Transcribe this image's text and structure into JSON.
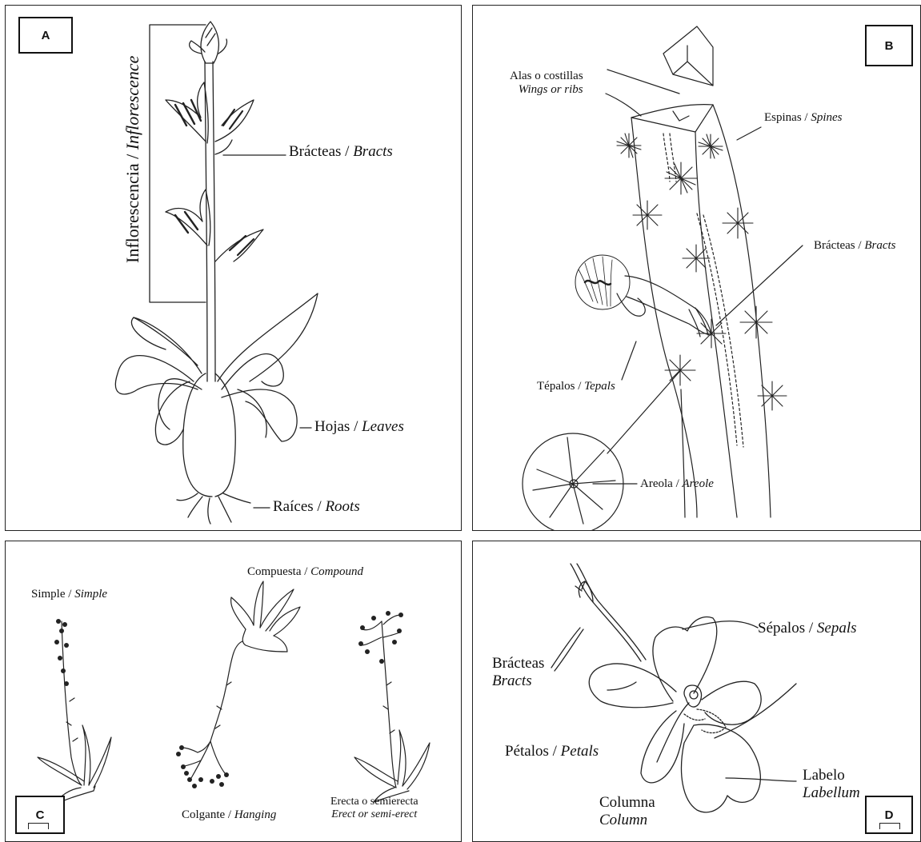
{
  "panels": {
    "a": {
      "letter": "A",
      "inflorescence": {
        "es": "Inflorescencia",
        "sep": " / ",
        "en": "Inflorescence"
      },
      "bracts": {
        "es": "Brácteas",
        "sep": " / ",
        "en": "Bracts"
      },
      "leaves": {
        "es": "Hojas",
        "sep": " / ",
        "en": "Leaves"
      },
      "roots": {
        "es": "Raíces",
        "sep": " / ",
        "en": "Roots"
      }
    },
    "b": {
      "letter": "B",
      "wings": {
        "es": "Alas o costillas",
        "en": "Wings or ribs"
      },
      "spines": {
        "es": "Espinas",
        "sep": " / ",
        "en": "Spines"
      },
      "bracts": {
        "es": "Brácteas",
        "sep": " / ",
        "en": "Bracts"
      },
      "tepals": {
        "es": "Tépalos",
        "sep": " / ",
        "en": "Tepals"
      },
      "areole": {
        "es": "Areola",
        "sep": " / ",
        "en": "Areole"
      }
    },
    "c": {
      "letter": "C",
      "simple": {
        "es": "Simple",
        "sep": " / ",
        "en": "Simple"
      },
      "compound": {
        "es": "Compuesta",
        "sep": " / ",
        "en": "Compound"
      },
      "hanging": {
        "es": "Colgante",
        "sep": " / ",
        "en": "Hanging"
      },
      "erect": {
        "es": "Erecta o semierecta",
        "en": "Erect or semi-erect"
      }
    },
    "d": {
      "letter": "D",
      "sepals": {
        "es": "Sépalos",
        "sep": " / ",
        "en": "Sepals"
      },
      "bracts": {
        "es": "Brácteas",
        "en": "Bracts"
      },
      "petals": {
        "es": "Pétalos",
        "sep": " / ",
        "en": "Petals"
      },
      "labellum": {
        "es": "Labelo",
        "en": "Labellum"
      },
      "column": {
        "es": "Columna",
        "en": "Column"
      }
    }
  }
}
